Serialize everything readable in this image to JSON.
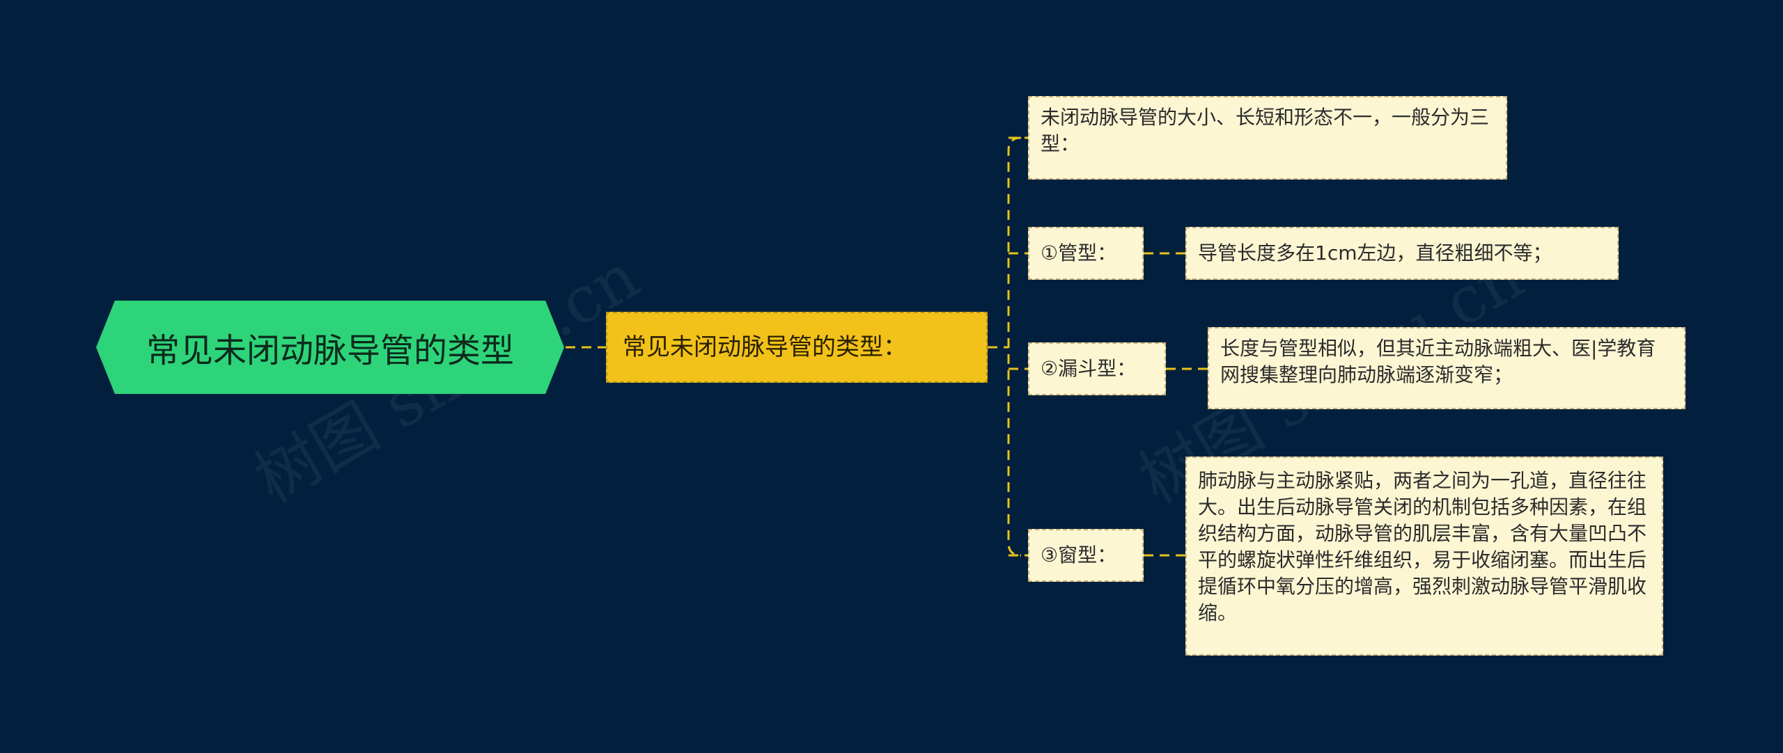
{
  "colors": {
    "background": "#02203d",
    "root_fill": "#2ed47a",
    "branch_fill": "#f2c21a",
    "leaf_fill": "#fdf6d3",
    "connector": "#e8c21a"
  },
  "watermarks": [
    "树图 shutu.cn",
    "树图 shutu.cn"
  ],
  "root": {
    "label": "常见未闭动脉导管的类型"
  },
  "branch": {
    "label": "常见未闭动脉导管的类型："
  },
  "children": [
    {
      "label": "未闭动脉导管的大小、长短和形态不一，一般分为三型："
    },
    {
      "label": "①管型：",
      "detail": "导管长度多在1cm左边，直径粗细不等；"
    },
    {
      "label": "②漏斗型：",
      "detail": "长度与管型相似，但其近主动脉端粗大、医|学教育网搜集整理向肺动脉端逐渐变窄；"
    },
    {
      "label": "③窗型：",
      "detail": "肺动脉与主动脉紧贴，两者之间为一孔道，直径往往大。出生后动脉导管关闭的机制包括多种因素，在组织结构方面，动脉导管的肌层丰富，含有大量凹凸不平的螺旋状弹性纤维组织，易于收缩闭塞。而出生后提循环中氧分压的增高，强烈刺激动脉导管平滑肌收缩。"
    }
  ]
}
